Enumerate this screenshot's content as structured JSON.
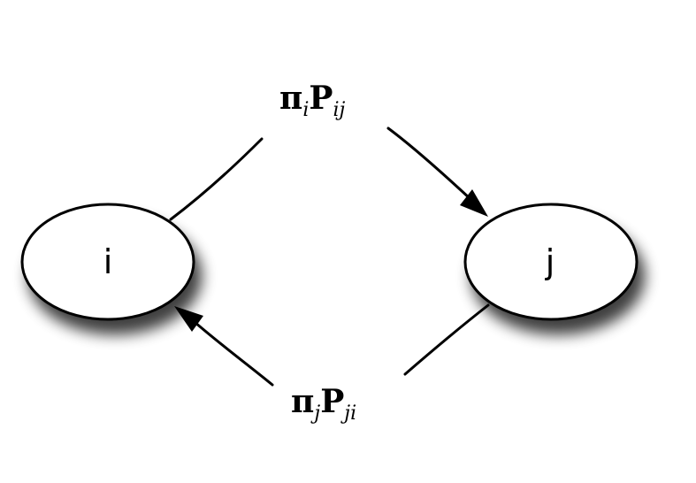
{
  "nodes": [
    {
      "id": "i",
      "label": "i"
    },
    {
      "id": "j",
      "label": "j"
    }
  ],
  "edges": [
    {
      "from": "i",
      "to": "j",
      "label_main1": "π",
      "label_sub1": "i",
      "label_main2": "P",
      "label_sub2": "ij"
    },
    {
      "from": "j",
      "to": "i",
      "label_main1": "π",
      "label_sub1": "j",
      "label_main2": "P",
      "label_sub2": "ji"
    }
  ]
}
